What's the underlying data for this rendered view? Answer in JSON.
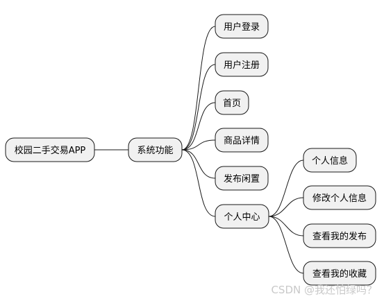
{
  "mindmap": {
    "root": "校园二手交易APP",
    "center": "系统功能",
    "branches": [
      "用户登录",
      "用户注册",
      "首页",
      "商品详情",
      "发布闲置",
      "个人中心"
    ],
    "sub_branches": [
      "个人信息",
      "修改个人信息",
      "查看我的发布",
      "查看我的收藏"
    ]
  },
  "watermark": "CSDN @我还怕绿吗？"
}
